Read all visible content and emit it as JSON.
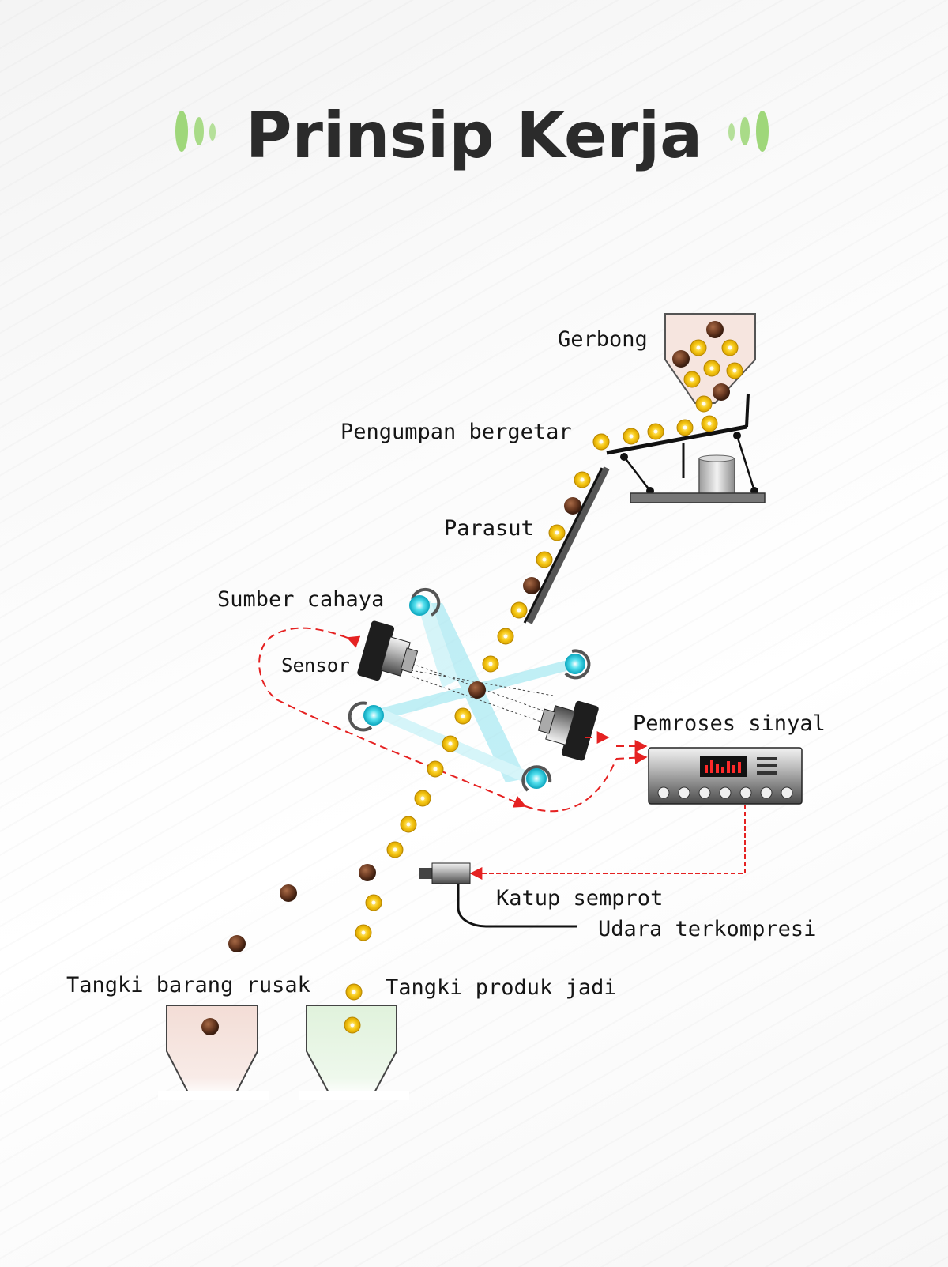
{
  "title": "Prinsip Kerja",
  "colors": {
    "accent_green": "#9fd77a",
    "good_particle": "#f5c518",
    "bad_particle": "#6b3a22",
    "signal_line": "#e52222",
    "light_beam": "#8fe3ef"
  },
  "labels": {
    "hopper": "Gerbong",
    "feeder": "Pengumpan bergetar",
    "chute": "Parasut",
    "light_source": "Sumber cahaya",
    "sensor": "Sensor",
    "processor": "Pemroses sinyal",
    "valve": "Katup semprot",
    "air": "Udara terkompresi",
    "reject_tank": "Tangki barang rusak",
    "product_tank": "Tangki produk jadi"
  }
}
